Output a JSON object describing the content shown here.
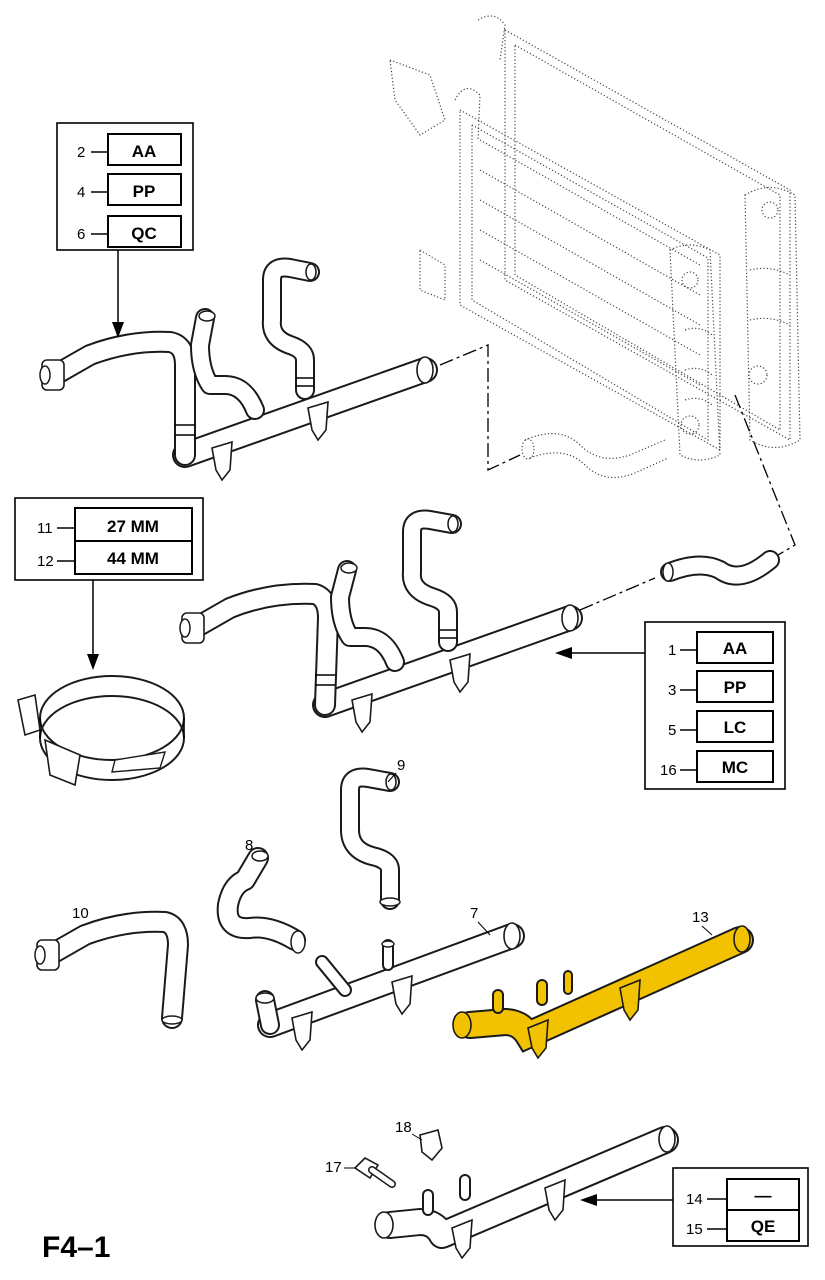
{
  "diagram_title": "F4–1",
  "callouts": {
    "top_left": [
      {
        "num": "2",
        "code": "AA"
      },
      {
        "num": "4",
        "code": "PP"
      },
      {
        "num": "6",
        "code": "QC"
      }
    ],
    "clamp": [
      {
        "num": "11",
        "code": "27 MM"
      },
      {
        "num": "12",
        "code": "44 MM"
      }
    ],
    "right": [
      {
        "num": "1",
        "code": "AA"
      },
      {
        "num": "3",
        "code": "PP"
      },
      {
        "num": "5",
        "code": "LC"
      },
      {
        "num": "16",
        "code": "MC"
      }
    ],
    "bottom_right": [
      {
        "num": "14",
        "code": "—"
      },
      {
        "num": "15",
        "code": "QE"
      }
    ]
  },
  "part_labels": {
    "p7": "7",
    "p8": "8",
    "p9": "9",
    "p10": "10",
    "p13": "13",
    "p17": "17",
    "p18": "18"
  },
  "colors": {
    "highlight": "#F2C200",
    "line": "#1a1a1a"
  }
}
